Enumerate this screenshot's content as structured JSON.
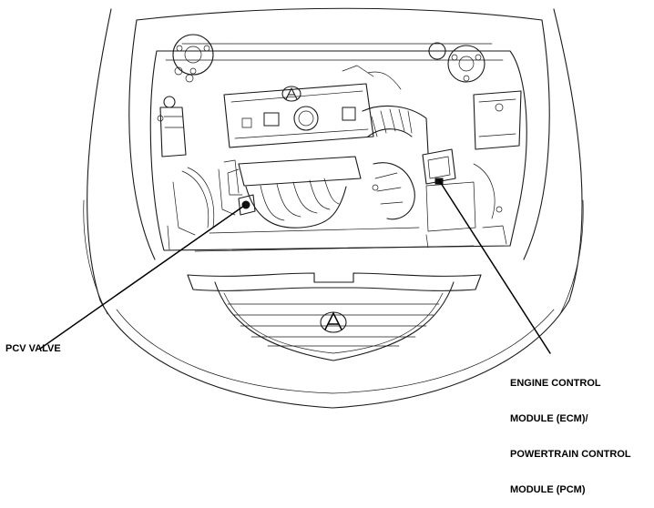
{
  "callouts": {
    "pcv_valve": {
      "label": "PCV VALVE"
    },
    "ecm_pcm": {
      "lines": [
        "ENGINE CONTROL",
        "MODULE (ECM)/",
        "POWERTRAIN CONTROL",
        "MODULE (PCM)"
      ]
    }
  },
  "icons": {
    "brand_emblem": "acura-emblem-icon"
  },
  "colors": {
    "line": "#1a1a1a",
    "background": "#ffffff"
  }
}
